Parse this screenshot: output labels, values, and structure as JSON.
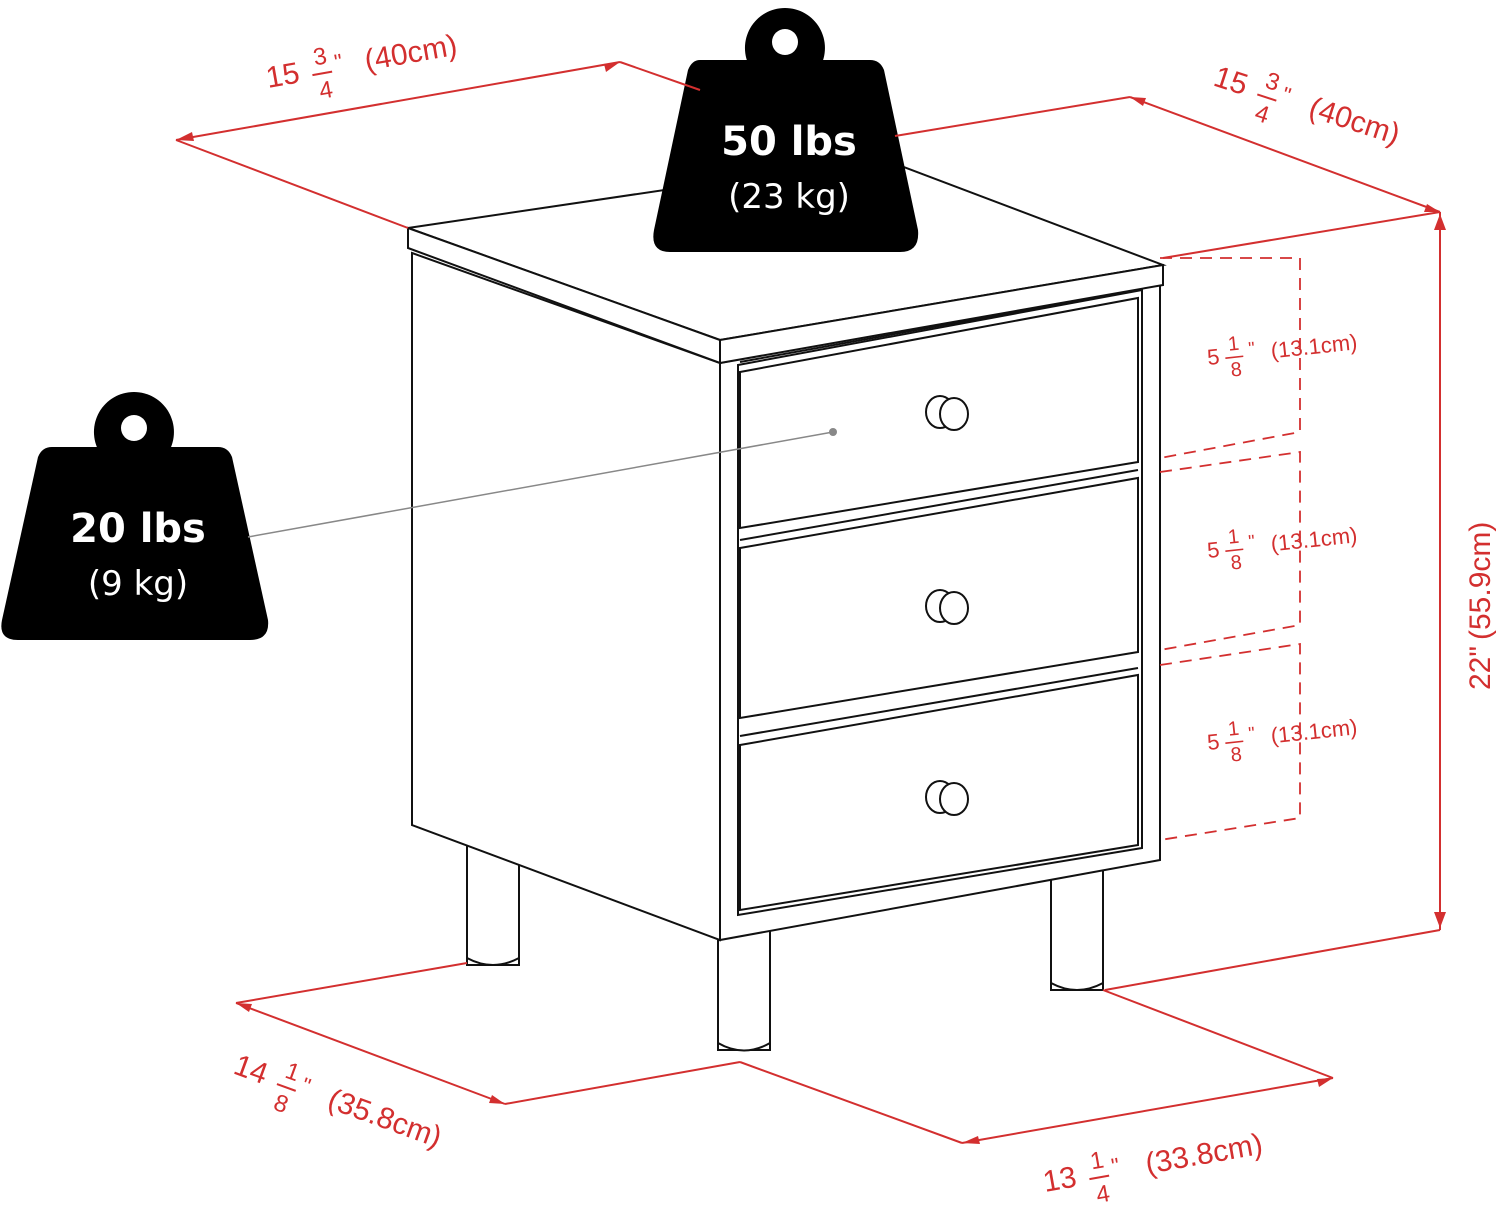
{
  "weights": {
    "top": {
      "main": "50 lbs",
      "sub": "(23 kg)"
    },
    "drawer": {
      "main": "20 lbs",
      "sub": "(9 kg)"
    }
  },
  "dimensions": {
    "top_left_width": {
      "whole": "15",
      "num": "3",
      "den": "4",
      "unit": "\"",
      "metric": "(40cm)"
    },
    "top_right_depth": {
      "whole": "15",
      "num": "3",
      "den": "4",
      "unit": "\"",
      "metric": "(40cm)"
    },
    "height": {
      "text": "22\"",
      "metric": "(55.9cm)"
    },
    "drawer_1": {
      "whole": "5",
      "num": "1",
      "den": "8",
      "unit": "\"",
      "metric": "(13.1cm)"
    },
    "drawer_2": {
      "whole": "5",
      "num": "1",
      "den": "8",
      "unit": "\"",
      "metric": "(13.1cm)"
    },
    "drawer_3": {
      "whole": "5",
      "num": "1",
      "den": "8",
      "unit": "\"",
      "metric": "(13.1cm)"
    },
    "base_left": {
      "whole": "14",
      "num": "1",
      "den": "8",
      "unit": "\"",
      "metric": "(35.8cm)"
    },
    "base_right": {
      "whole": "13",
      "num": "1",
      "den": "4",
      "unit": "\"",
      "metric": "(33.8cm)"
    }
  },
  "colors": {
    "dimension": "#d32f2f",
    "weight_badge": "#000000",
    "outline": "#111111"
  }
}
